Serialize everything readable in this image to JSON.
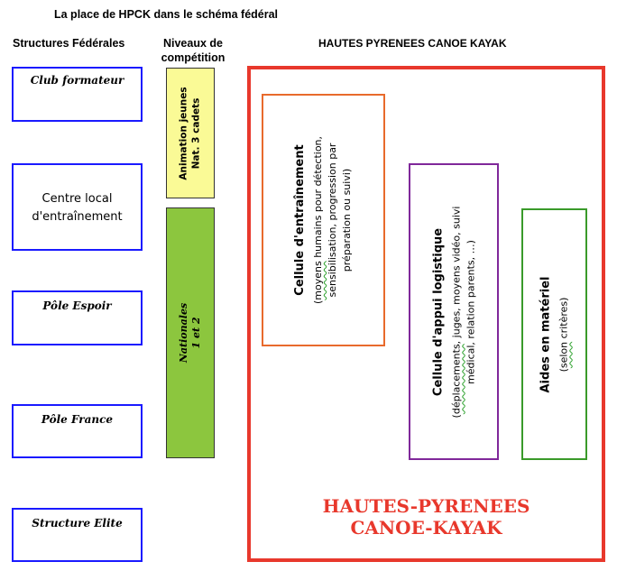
{
  "page_title": "La place de HPCK dans le schéma fédéral",
  "headers": {
    "structures": "Structures Fédérales",
    "niveaux_line1": "Niveaux de",
    "niveaux_line2": "compétition",
    "hpck": "HAUTES PYRENEES CANOE KAYAK"
  },
  "structures": {
    "club": "Club formateur",
    "centre_line1": "Centre local",
    "centre_line2": "d'entraînement",
    "espoir": "Pôle Espoir",
    "france": "Pôle France",
    "elite": "Structure Elite"
  },
  "levels": {
    "animation_line1": "Animation jeunes",
    "animation_line2": "Nat. 3 cadets",
    "nationales_line1": "Nationales",
    "nationales_line2": "1 et 2"
  },
  "cells": {
    "entrainement": {
      "title": "Cellule d'entraînement",
      "line1_pre": "(",
      "line1_wavy": "moyens",
      "line1_post": " humains pour détection,",
      "line2": "sensibilisation, progression par",
      "line3": "préparation ou suivi)"
    },
    "logistique": {
      "title": "Cellule d'appui logistique",
      "line1_pre": "(",
      "line1_wavy": "déplacements",
      "line1_post": ", juges, moyens vidéo, suivi",
      "line2": "médical, relation parents, …)"
    },
    "materiel": {
      "title": "Aides en matériel",
      "line1_pre": "(",
      "line1_wavy": "selon",
      "line1_post": " critères)"
    }
  },
  "big_label": {
    "line1": "HAUTES-PYRENEES",
    "line2": "CANOE-KAYAK"
  },
  "colors": {
    "blue_border": "#1a1aff",
    "yellow_fill": "#fafa96",
    "green_fill": "#8cc63e",
    "red_border": "#e8382c",
    "orange_border": "#e86a2c",
    "purple_border": "#80289a",
    "green_border": "#3a9a2a",
    "big_label_red": "#e8382c"
  }
}
